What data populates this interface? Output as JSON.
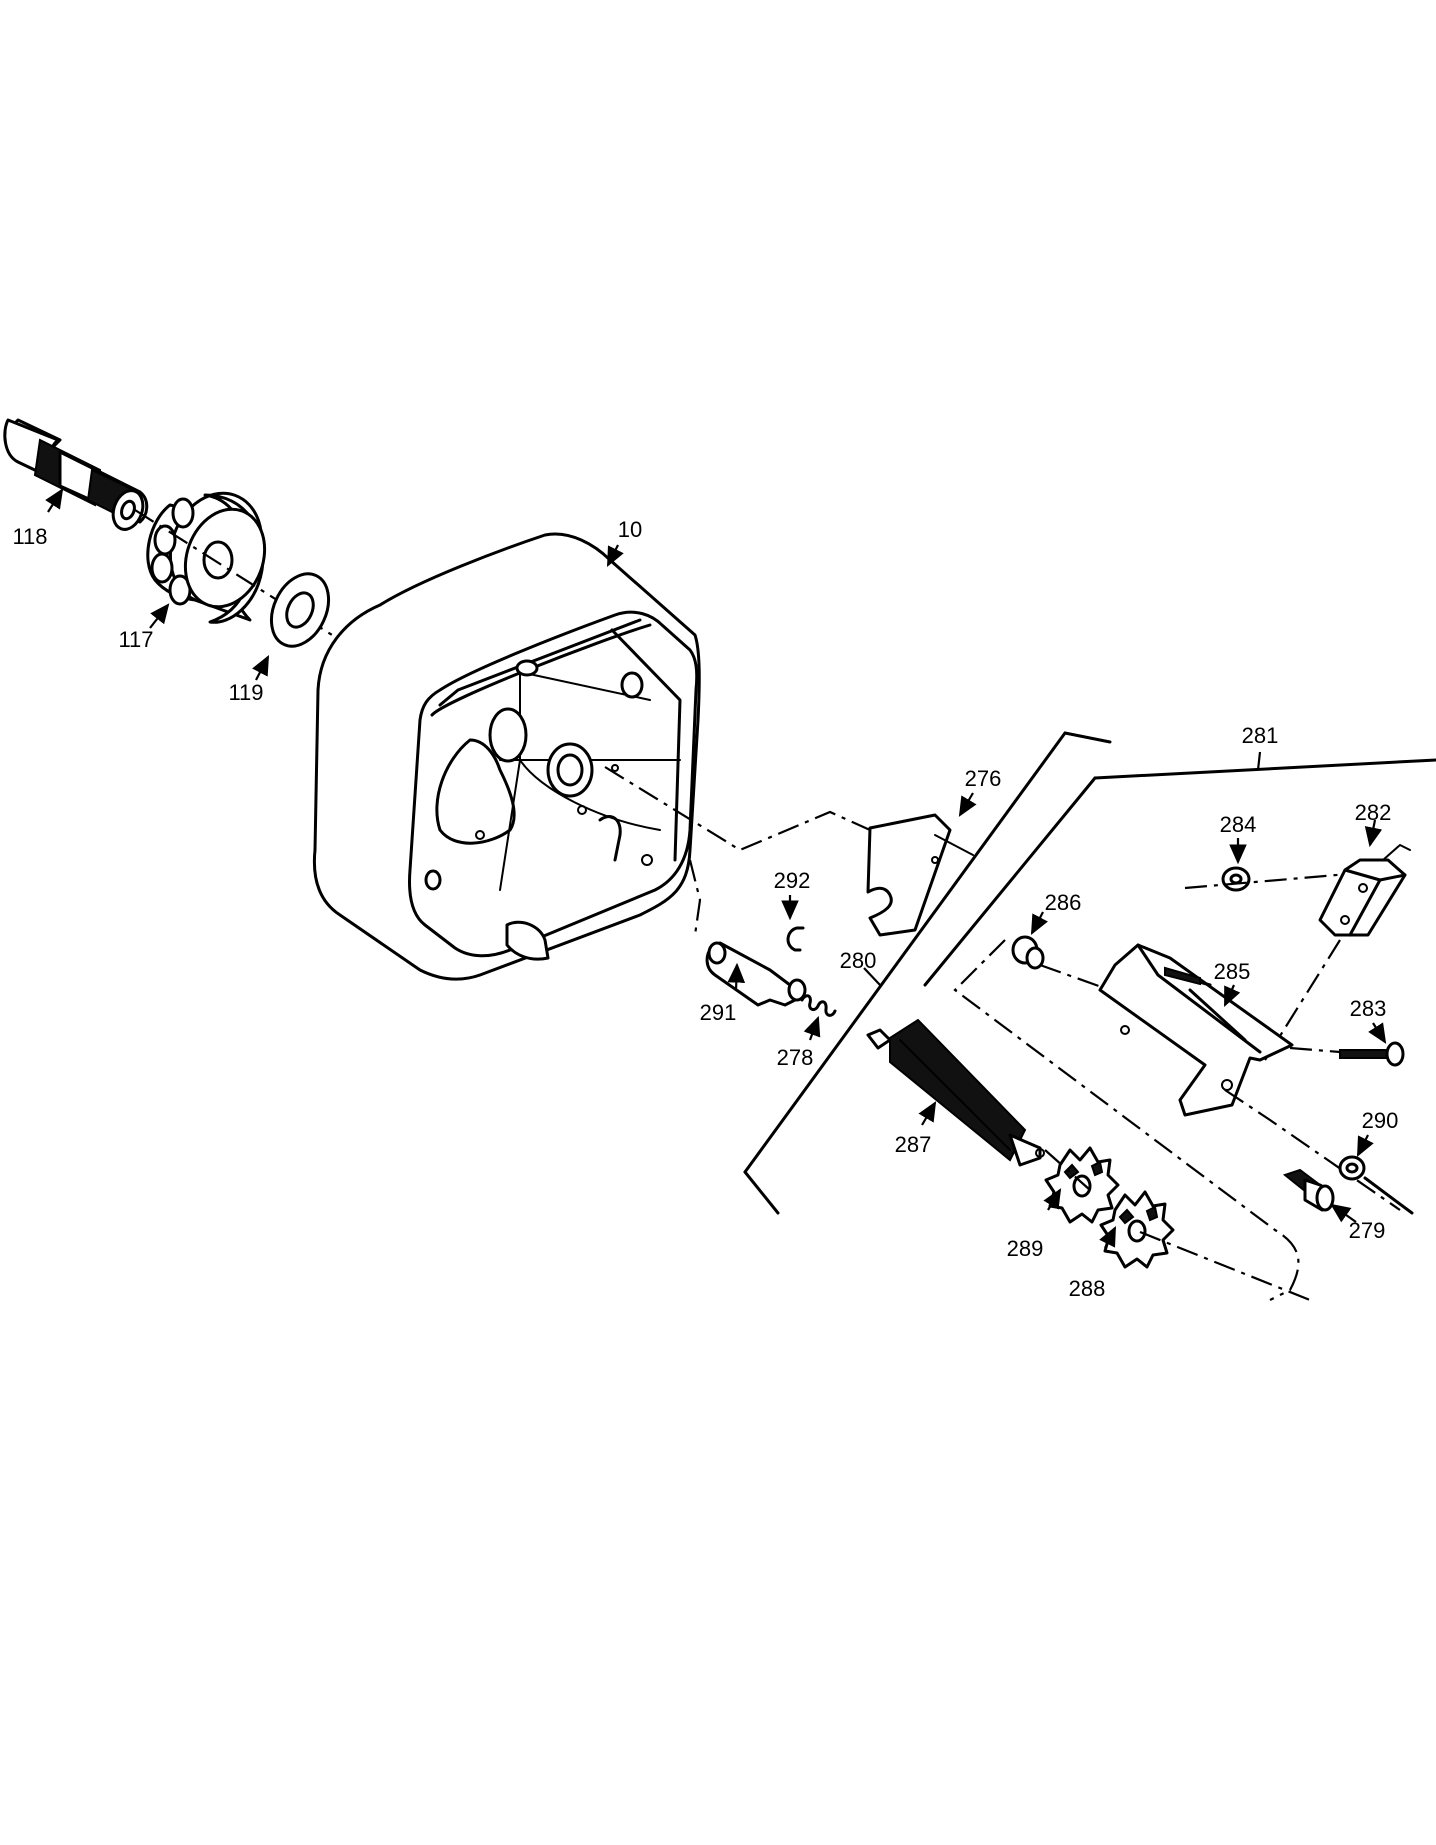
{
  "callouts": {
    "p10": "10",
    "p117": "117",
    "p118": "118",
    "p119": "119",
    "p276": "276",
    "p278": "278",
    "p279": "279",
    "p280": "280",
    "p281": "281",
    "p282": "282",
    "p283": "283",
    "p284": "284",
    "p285": "285",
    "p286": "286",
    "p287": "287",
    "p288": "288",
    "p289": "289",
    "p290": "290",
    "p291": "291",
    "p292": "292"
  },
  "colors": {
    "line": "#000000",
    "background": "#ffffff"
  }
}
